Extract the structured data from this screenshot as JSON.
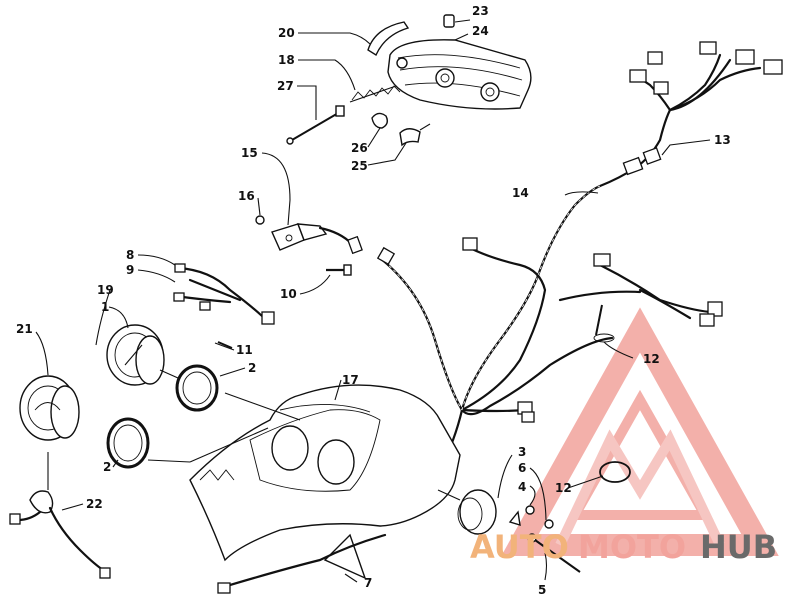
{
  "callouts": {
    "c1": "1",
    "c2a": "2",
    "c2b": "2",
    "c3": "3",
    "c4": "4",
    "c5": "5",
    "c6": "6",
    "c7": "7",
    "c8": "8",
    "c9": "9",
    "c10": "10",
    "c11": "11",
    "c12a": "12",
    "c12b": "12",
    "c13": "13",
    "c14": "14",
    "c15": "15",
    "c16": "16",
    "c17": "17",
    "c18": "18",
    "c19": "19",
    "c20": "20",
    "c21": "21",
    "c22": "22",
    "c23": "23",
    "c24": "24",
    "c25": "25",
    "c26": "26",
    "c27": "27"
  },
  "watermark": {
    "word1": "AUTO",
    "word2": "MOTO",
    "word3": "HUB",
    "color_primary": "#e8302a",
    "color_secondary": "#f2b37a",
    "color_dark": "#5a5a5a"
  }
}
